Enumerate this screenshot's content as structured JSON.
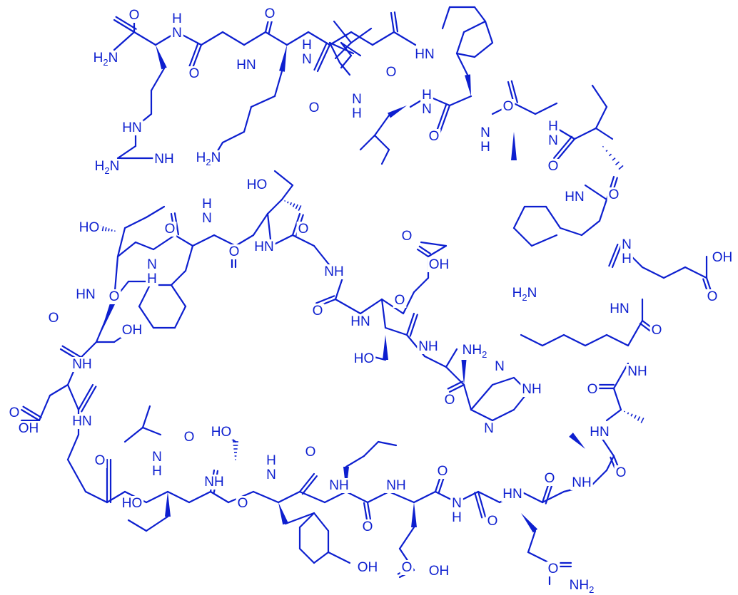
{
  "structure": {
    "atom_labels": {
      "h2n": "H",
      "n": "N",
      "nh": "NH",
      "hn": "HN",
      "o": "O",
      "oh": "OH",
      "ho": "HO",
      "nh2": "NH",
      "two": "2",
      "ho_prefix": "HO",
      "h": "H"
    }
  }
}
